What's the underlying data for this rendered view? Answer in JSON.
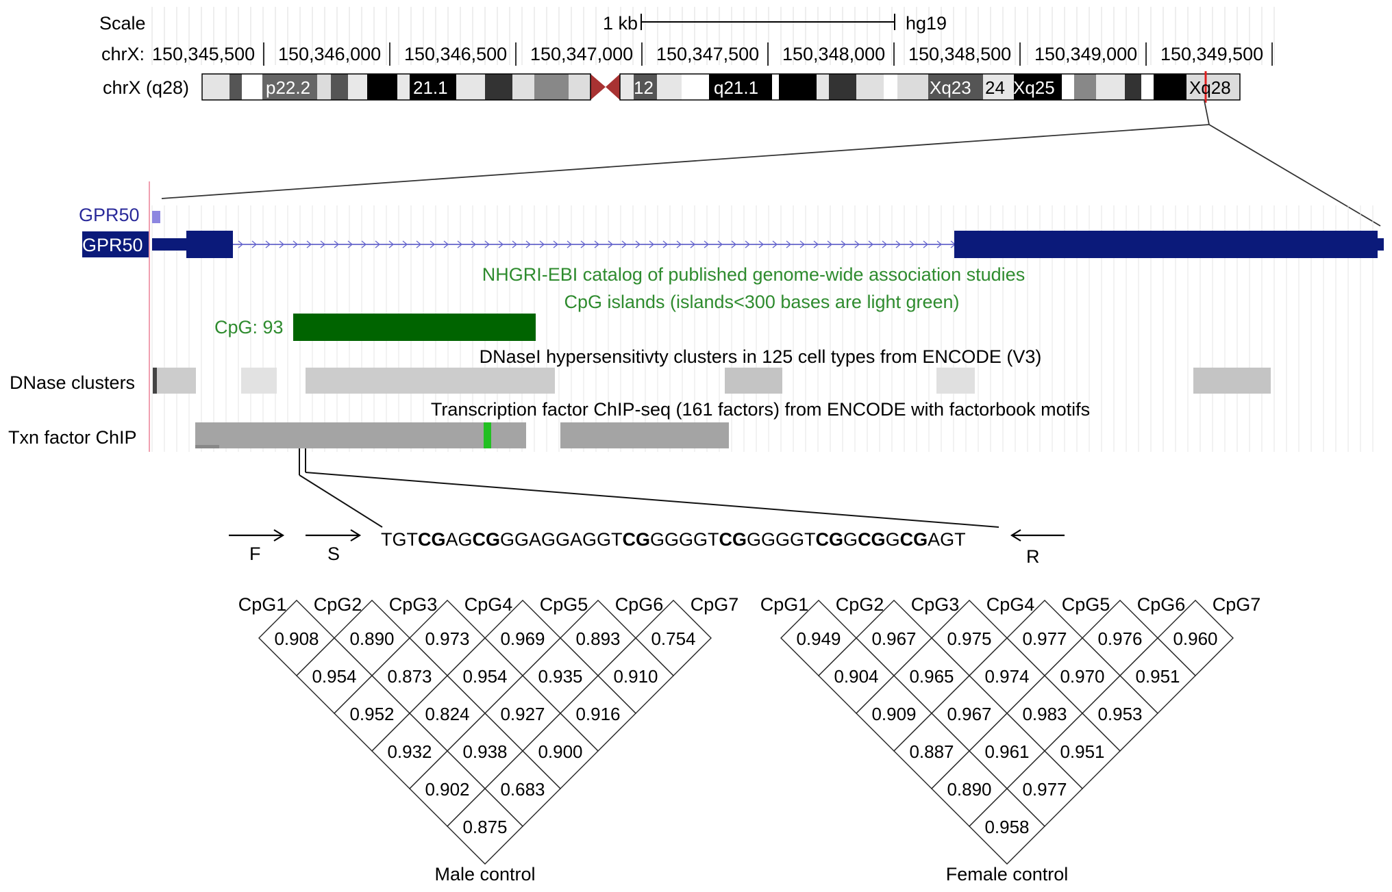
{
  "browser": {
    "scale_label": "Scale",
    "scale_value": "1 kb",
    "assembly": "hg19",
    "chrom_label": "chrX:",
    "positions": [
      "150,345,500",
      "150,346,000",
      "150,346,500",
      "150,347,000",
      "150,347,500",
      "150,348,000",
      "150,348,500",
      "150,349,000",
      "150,349,500"
    ],
    "ideogram_label": "chrX (q28)",
    "bands": [
      "p22.2",
      "21.1",
      "12",
      "q21.1",
      "Xq23",
      "24",
      "Xq25",
      "Xq28"
    ]
  },
  "tracks": {
    "gene_small_label": "GPR50",
    "gene_label": "GPR50",
    "gwas_title": "NHGRI-EBI catalog of published genome-wide association studies",
    "cpg_title": "CpG islands (islands<300 bases are light green)",
    "cpg_label": "CpG: 93",
    "dnase_title": "DNaseI hypersensitivty clusters in 125 cell types from ENCODE (V3)",
    "dnase_label": "DNase clusters",
    "txn_title": "Transcription factor ChIP-seq (161 factors) from ENCODE with factorbook motifs",
    "txn_label": "Txn factor ChIP"
  },
  "sequence": {
    "primer_f": "F",
    "primer_s": "S",
    "primer_r": "R",
    "parts": [
      {
        "t": "TGT",
        "b": false
      },
      {
        "t": "CG",
        "b": true
      },
      {
        "t": "AG",
        "b": false
      },
      {
        "t": "CG",
        "b": true
      },
      {
        "t": "GGAGGAGGT",
        "b": false
      },
      {
        "t": "CG",
        "b": true
      },
      {
        "t": "GGGGT",
        "b": false
      },
      {
        "t": "CG",
        "b": true
      },
      {
        "t": "GGGGT",
        "b": false
      },
      {
        "t": "CG",
        "b": true
      },
      {
        "t": "G",
        "b": false
      },
      {
        "t": "CG",
        "b": true
      },
      {
        "t": "G",
        "b": false
      },
      {
        "t": "CG",
        "b": true
      },
      {
        "t": "AGT",
        "b": false
      }
    ]
  },
  "matrices": [
    {
      "title": "Male control",
      "sites": [
        "CpG1",
        "CpG2",
        "CpG3",
        "CpG4",
        "CpG5",
        "CpG6",
        "CpG7"
      ],
      "rows": [
        [
          "0.908",
          "0.890",
          "0.973",
          "0.969",
          "0.893",
          "0.754"
        ],
        [
          "0.954",
          "0.873",
          "0.954",
          "0.935",
          "0.910"
        ],
        [
          "0.952",
          "0.824",
          "0.927",
          "0.916"
        ],
        [
          "0.932",
          "0.938",
          "0.900"
        ],
        [
          "0.902",
          "0.683"
        ],
        [
          "0.875"
        ]
      ]
    },
    {
      "title": "Female control",
      "sites": [
        "CpG1",
        "CpG2",
        "CpG3",
        "CpG4",
        "CpG5",
        "CpG6",
        "CpG7"
      ],
      "rows": [
        [
          "0.949",
          "0.967",
          "0.975",
          "0.977",
          "0.976",
          "0.960"
        ],
        [
          "0.904",
          "0.965",
          "0.974",
          "0.970",
          "0.951"
        ],
        [
          "0.909",
          "0.967",
          "0.983",
          "0.953"
        ],
        [
          "0.887",
          "0.961",
          "0.951"
        ],
        [
          "0.890",
          "0.977"
        ],
        [
          "0.958"
        ]
      ]
    }
  ],
  "colors": {
    "gene": "#0b1a7a",
    "gene_light": "#8c86e0",
    "cpg": "#006400",
    "track_text_green": "#2e8b2e",
    "centromere": "#a83232",
    "highlight_red": "#e02020",
    "motif": "#22c022"
  }
}
